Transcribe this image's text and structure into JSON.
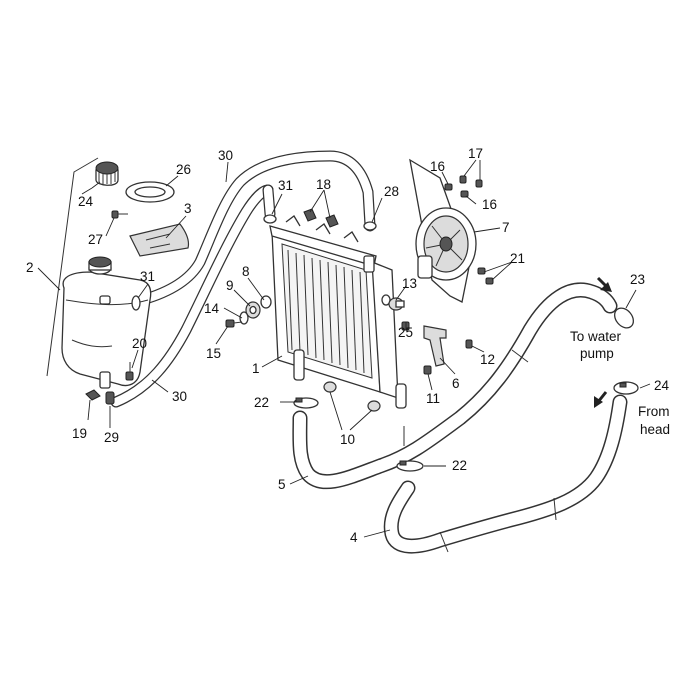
{
  "callouts": {
    "c1": "1",
    "c2": "2",
    "c3": "3",
    "c4": "4",
    "c5": "5",
    "c6": "6",
    "c7": "7",
    "c8": "8",
    "c9": "9",
    "c10": "10",
    "c11": "11",
    "c12": "12",
    "c13": "13",
    "c14": "14",
    "c15": "15",
    "c16a": "16",
    "c16b": "16",
    "c17": "17",
    "c18": "18",
    "c19": "19",
    "c20": "20",
    "c21": "21",
    "c22a": "22",
    "c22b": "22",
    "c23": "23",
    "c24a": "24",
    "c24b": "24",
    "c25": "25",
    "c26": "26",
    "c27": "27",
    "c28": "28",
    "c29": "29",
    "c30a": "30",
    "c30b": "30",
    "c31a": "31",
    "c31b": "31"
  },
  "notes": {
    "to_water_pump_line1": "To water",
    "to_water_pump_line2": "pump",
    "from_head_line1": "From",
    "from_head_line2": "head"
  }
}
